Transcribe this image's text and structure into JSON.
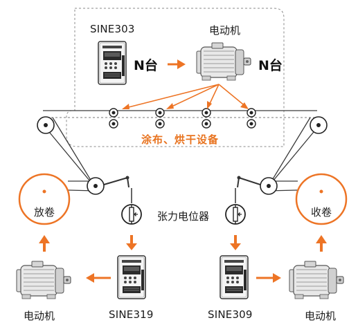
{
  "colors": {
    "accent": "#ED7425",
    "line": "#3a3a3a",
    "dashed": "#8a8a8a"
  },
  "top": {
    "inverter_label": "SINE303",
    "motor_label": "电动机",
    "count_left": "N台",
    "count_right": "N台",
    "process_label": "涂布、烘干设备"
  },
  "left": {
    "roll_label": "放卷",
    "motor_label": "电动机",
    "inverter_label": "SINE319"
  },
  "right": {
    "roll_label": "收卷",
    "motor_label": "电动机",
    "inverter_label": "SINE309"
  },
  "center": {
    "sensor_label": "张力电位器"
  },
  "icons": [
    "inverter-icon",
    "motor-icon",
    "roller-icon",
    "potentiometer-icon",
    "arrow-icon"
  ]
}
